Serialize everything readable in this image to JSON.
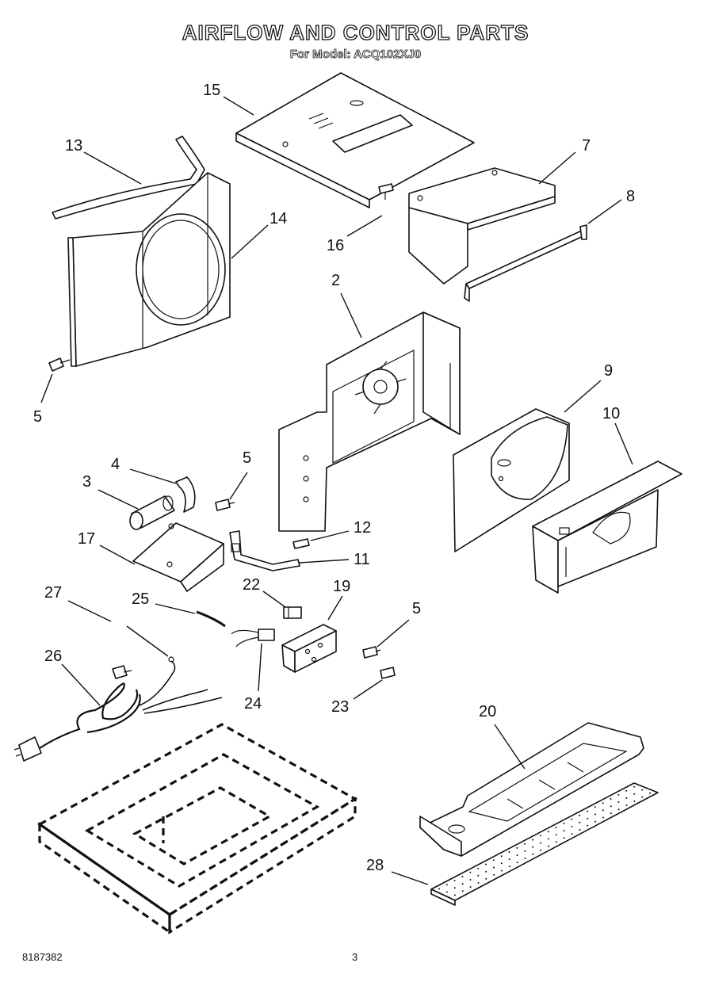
{
  "header": {
    "title": "AIRFLOW AND CONTROL PARTS",
    "subtitle": "For Model: ACQ102XJ0"
  },
  "footer": {
    "doc_number": "8187382",
    "page_number": "3"
  },
  "callouts": {
    "c15": "15",
    "c13": "13",
    "c14": "14",
    "c7": "7",
    "c8": "8",
    "c16": "16",
    "c2": "2",
    "c5a": "5",
    "c9": "9",
    "c10": "10",
    "c4": "4",
    "c5b": "5",
    "c3": "3",
    "c12": "12",
    "c17": "17",
    "c11": "11",
    "c27": "27",
    "c25": "25",
    "c22": "22",
    "c19": "19",
    "c5c": "5",
    "c26": "26",
    "c24": "24",
    "c23": "23",
    "c20": "20",
    "c28": "28"
  }
}
